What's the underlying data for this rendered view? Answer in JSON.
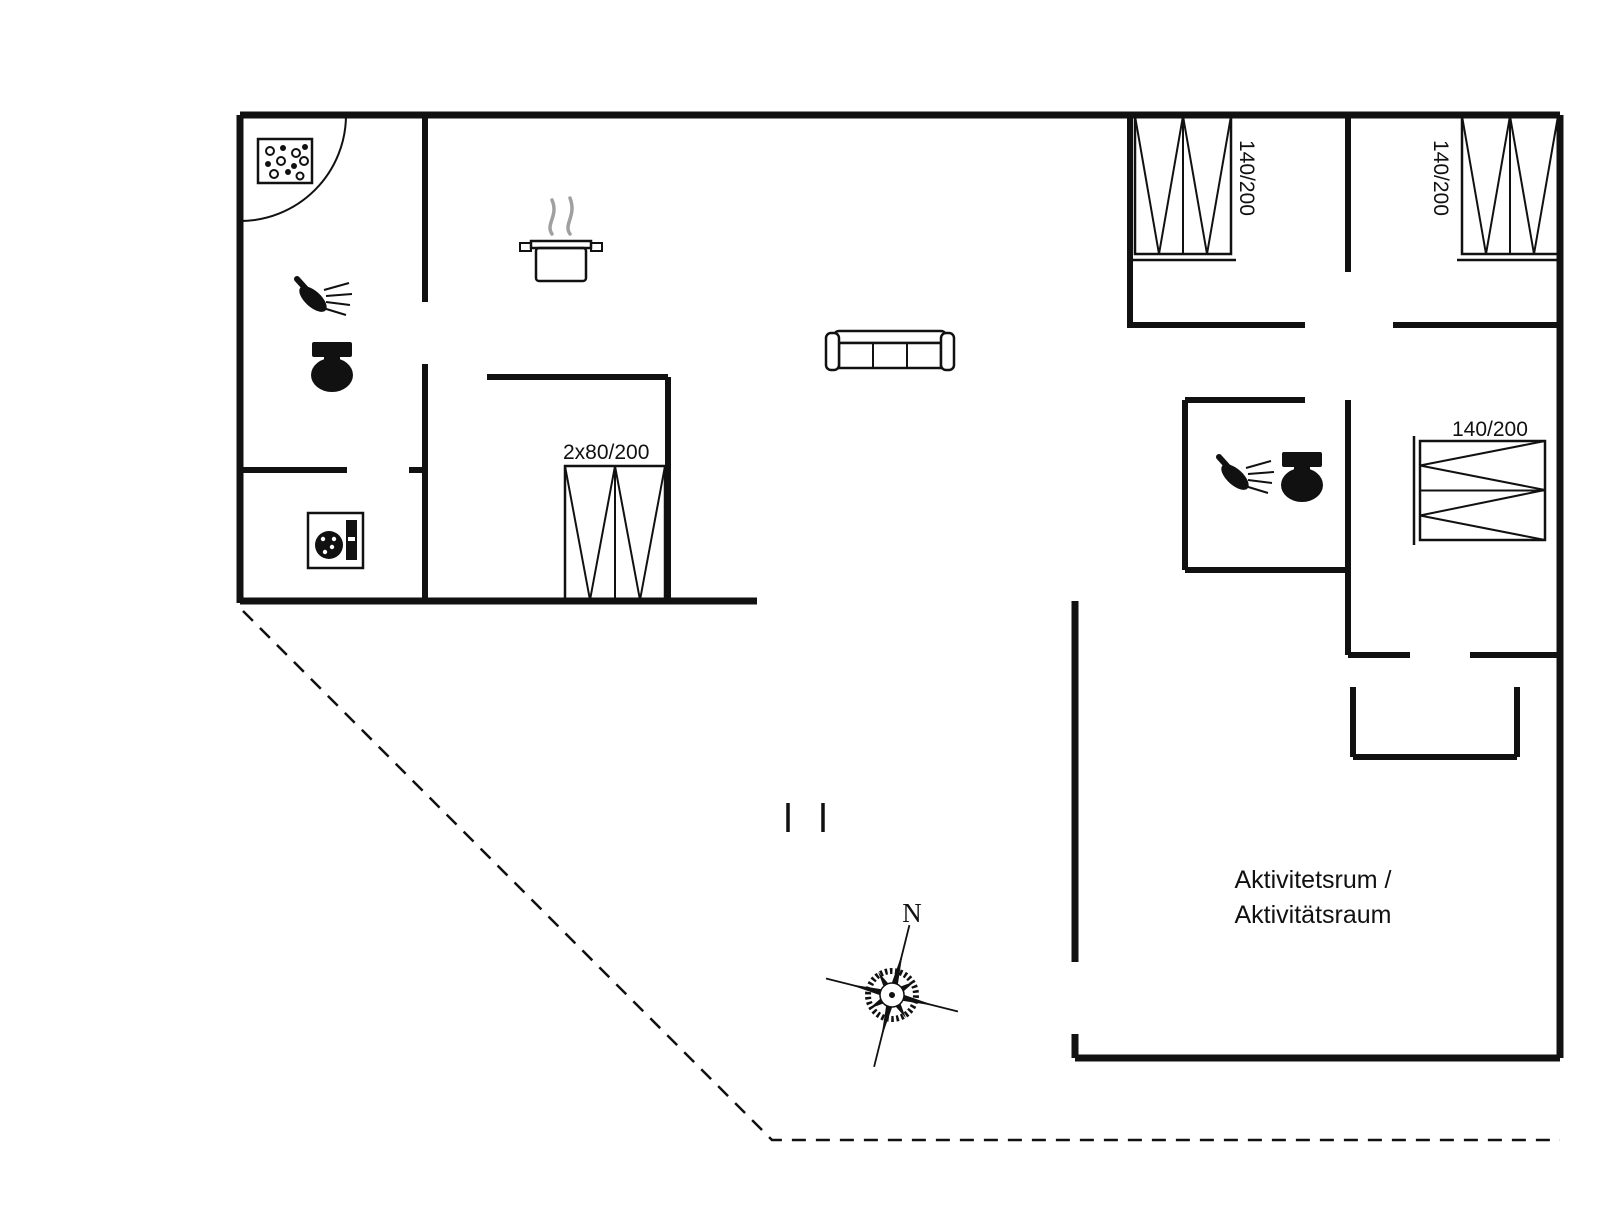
{
  "canvas": {
    "background": "#ffffff",
    "ink": "#111111",
    "steam_color": "#a0a0a0"
  },
  "floorplan": {
    "labels": {
      "wardrobe": "2x80/200",
      "bed1": "140/200",
      "bed2": "140/200",
      "bed3": "140/200",
      "activity_room_line1": "Aktivitetsrum /",
      "activity_room_line2": "Aktivitätsraum",
      "compass_north": "N"
    },
    "icons": [
      "entrance-mat-icon",
      "entrance-door-arc",
      "stove-pot-icon",
      "shower-icon",
      "toilet-icon",
      "washing-machine-icon",
      "sofa-icon",
      "wardrobe-icon",
      "double-bed-icon",
      "compass-rose-icon",
      "terrace-step-marks",
      "terrace-boundary-dashed"
    ]
  }
}
